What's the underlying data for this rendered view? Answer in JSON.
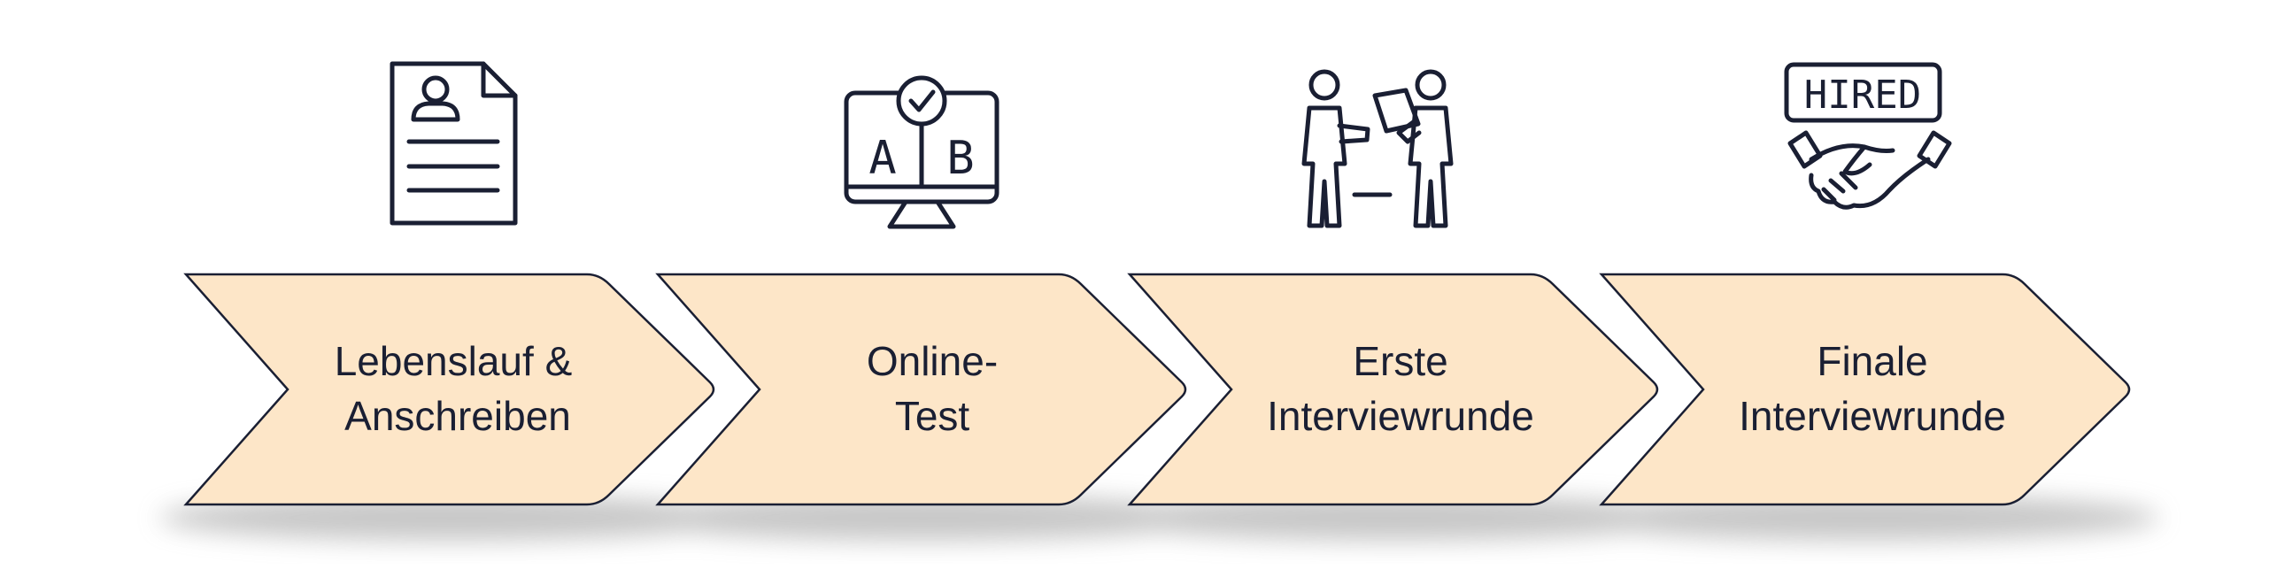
{
  "colors": {
    "chevron_fill": "#fde6c8",
    "chevron_stroke": "#1a1f33",
    "text": "#1a1f33",
    "shadow": "#9a9a9a"
  },
  "steps": [
    {
      "icon": "resume-document-icon",
      "label_line1": "Lebenslauf &",
      "label_line2": "Anschreiben"
    },
    {
      "icon": "ab-test-monitor-icon",
      "label_line1": "Online-",
      "label_line2": "Test",
      "icon_letters": [
        "A",
        "B"
      ]
    },
    {
      "icon": "interview-people-icon",
      "label_line1": "Erste",
      "label_line2": "Interviewrunde"
    },
    {
      "icon": "hired-handshake-icon",
      "label_line1": "Finale",
      "label_line2": "Interviewrunde",
      "icon_sign": "HIRED"
    }
  ]
}
